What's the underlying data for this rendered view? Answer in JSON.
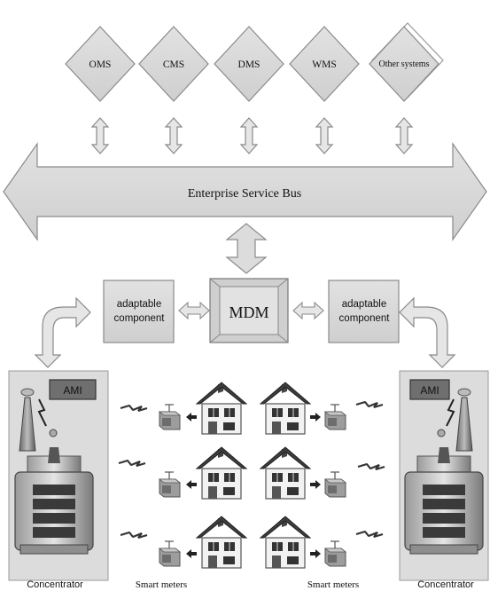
{
  "systems": [
    {
      "label": "OMS"
    },
    {
      "label": "CMS"
    },
    {
      "label": "DMS"
    },
    {
      "label": "WMS"
    },
    {
      "label": "Other systems"
    }
  ],
  "bus": {
    "label": "Enterprise Service Bus"
  },
  "mdm": {
    "label": "MDM"
  },
  "adaptable_left": {
    "line1": "adaptable",
    "line2": "component"
  },
  "adaptable_right": {
    "line1": "adaptable",
    "line2": "component"
  },
  "ami_left": {
    "badge": "AMI",
    "caption": "Concentrator"
  },
  "ami_right": {
    "badge": "AMI",
    "caption": "Concentrator"
  },
  "meters_left": {
    "caption": "Smart meters"
  },
  "meters_right": {
    "caption": "Smart meters"
  },
  "colors": {
    "shape_fill": "#d9d9d9",
    "shape_stroke": "#888888",
    "badge": "#6f6f6f",
    "dark": "#3a3a3a"
  }
}
